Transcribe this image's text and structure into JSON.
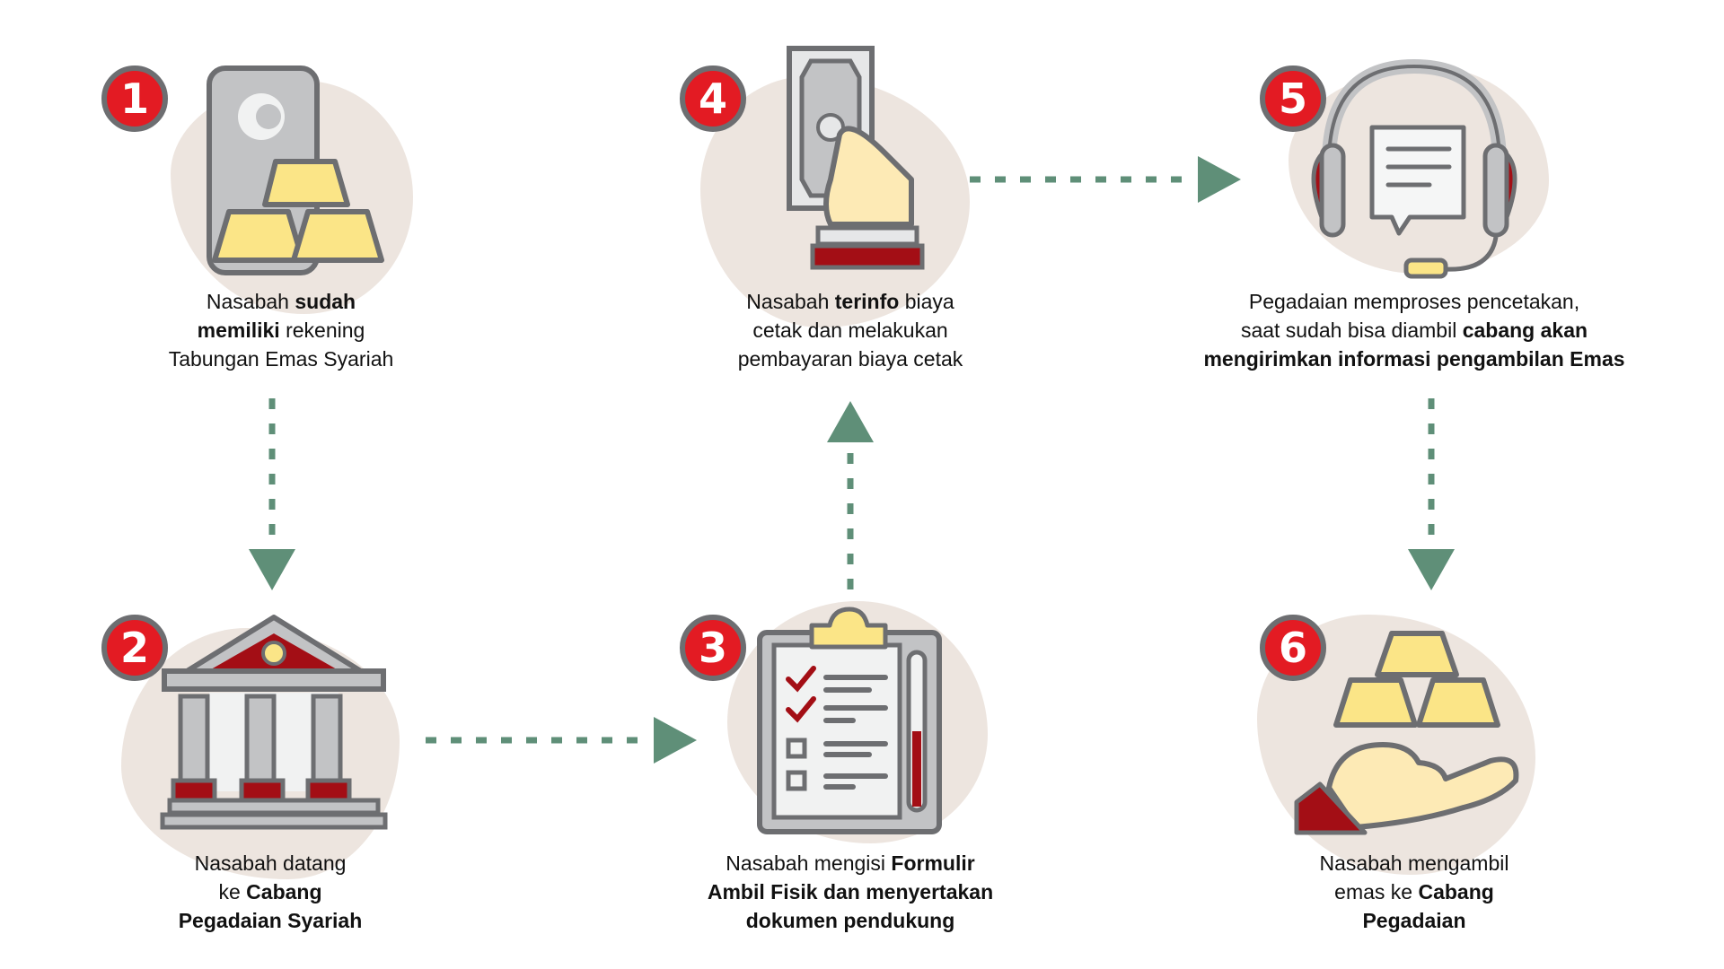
{
  "colors": {
    "badge_fill": "#e31b23",
    "badge_ring": "#6d6e71",
    "arrow": "#5f8f78",
    "blob": "#ede5df",
    "gold": "#fbe587",
    "dark_red": "#a30e15",
    "outline": "#6d6e71",
    "grey_fill": "#c2c3c5"
  },
  "steps": [
    {
      "number": "1",
      "icon": "phone-gold-bars-icon",
      "lines": [
        [
          {
            "t": "Nasabah ",
            "b": false
          },
          {
            "t": "sudah",
            "b": true
          }
        ],
        [
          {
            "t": "memiliki",
            "b": true
          },
          {
            "t": " rekening",
            "b": false
          }
        ],
        [
          {
            "t": "Tabungan Emas Syariah",
            "b": false
          }
        ]
      ]
    },
    {
      "number": "2",
      "icon": "bank-building-icon",
      "lines": [
        [
          {
            "t": "Nasabah datang",
            "b": false
          }
        ],
        [
          {
            "t": "ke ",
            "b": false
          },
          {
            "t": "Cabang",
            "b": true
          }
        ],
        [
          {
            "t": "Pegadaian Syariah",
            "b": true
          }
        ]
      ]
    },
    {
      "number": "3",
      "icon": "clipboard-checklist-icon",
      "lines": [
        [
          {
            "t": "Nasabah mengisi ",
            "b": false
          },
          {
            "t": "Formulir",
            "b": true
          }
        ],
        [
          {
            "t": "Ambil Fisik dan menyertakan",
            "b": true
          }
        ],
        [
          {
            "t": "dokumen pendukung",
            "b": true
          }
        ]
      ]
    },
    {
      "number": "4",
      "icon": "hand-cash-icon",
      "lines": [
        [
          {
            "t": "Nasabah ",
            "b": false
          },
          {
            "t": "terinfo",
            "b": true
          },
          {
            "t": " biaya",
            "b": false
          }
        ],
        [
          {
            "t": "cetak dan melakukan",
            "b": false
          }
        ],
        [
          {
            "t": "pembayaran biaya cetak",
            "b": false
          }
        ]
      ]
    },
    {
      "number": "5",
      "icon": "headset-chat-icon",
      "lines": [
        [
          {
            "t": "Pegadaian memproses pencetakan,",
            "b": false
          }
        ],
        [
          {
            "t": "saat sudah bisa diambil ",
            "b": false
          },
          {
            "t": "cabang akan",
            "b": true
          }
        ],
        [
          {
            "t": "mengirimkan informasi pengambilan Emas",
            "b": true
          }
        ]
      ]
    },
    {
      "number": "6",
      "icon": "hand-gold-bars-icon",
      "lines": [
        [
          {
            "t": "Nasabah mengambil",
            "b": false
          }
        ],
        [
          {
            "t": "emas ke ",
            "b": false
          },
          {
            "t": "Cabang",
            "b": true
          }
        ],
        [
          {
            "t": "Pegadaian",
            "b": true
          }
        ]
      ]
    }
  ],
  "flow": [
    {
      "from": "1",
      "to": "2",
      "direction": "down"
    },
    {
      "from": "2",
      "to": "3",
      "direction": "right"
    },
    {
      "from": "3",
      "to": "4",
      "direction": "up"
    },
    {
      "from": "4",
      "to": "5",
      "direction": "right"
    },
    {
      "from": "5",
      "to": "6",
      "direction": "down"
    }
  ]
}
